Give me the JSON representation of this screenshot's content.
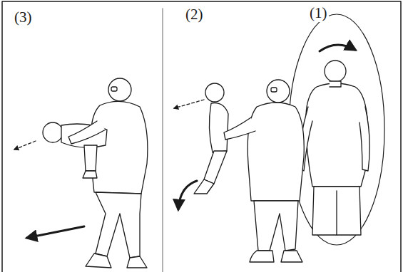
{
  "diagram": {
    "labels": [
      "(3)",
      "(2)",
      "(1)"
    ]
  }
}
